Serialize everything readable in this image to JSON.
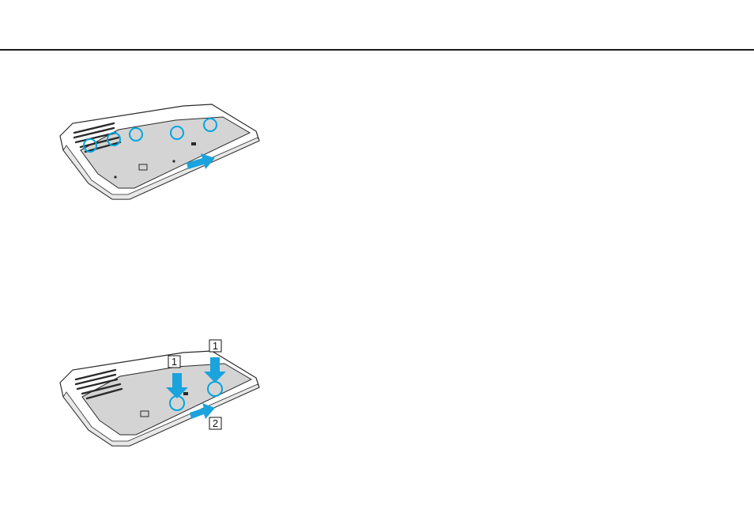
{
  "colors": {
    "rule": "#1a1a1a",
    "laptop_outline": "#2a2a2a",
    "panel_fill": "#d4d4d4",
    "body_fill": "#ffffff",
    "accent_cyan": "#00a6e0",
    "arrow_blue": "#1aa3dc"
  },
  "figure_top": {
    "highlighted_items": 5,
    "arrow": "arrow-right-icon"
  },
  "figure_bottom": {
    "step_labels": [
      "1",
      "1",
      "2"
    ]
  }
}
